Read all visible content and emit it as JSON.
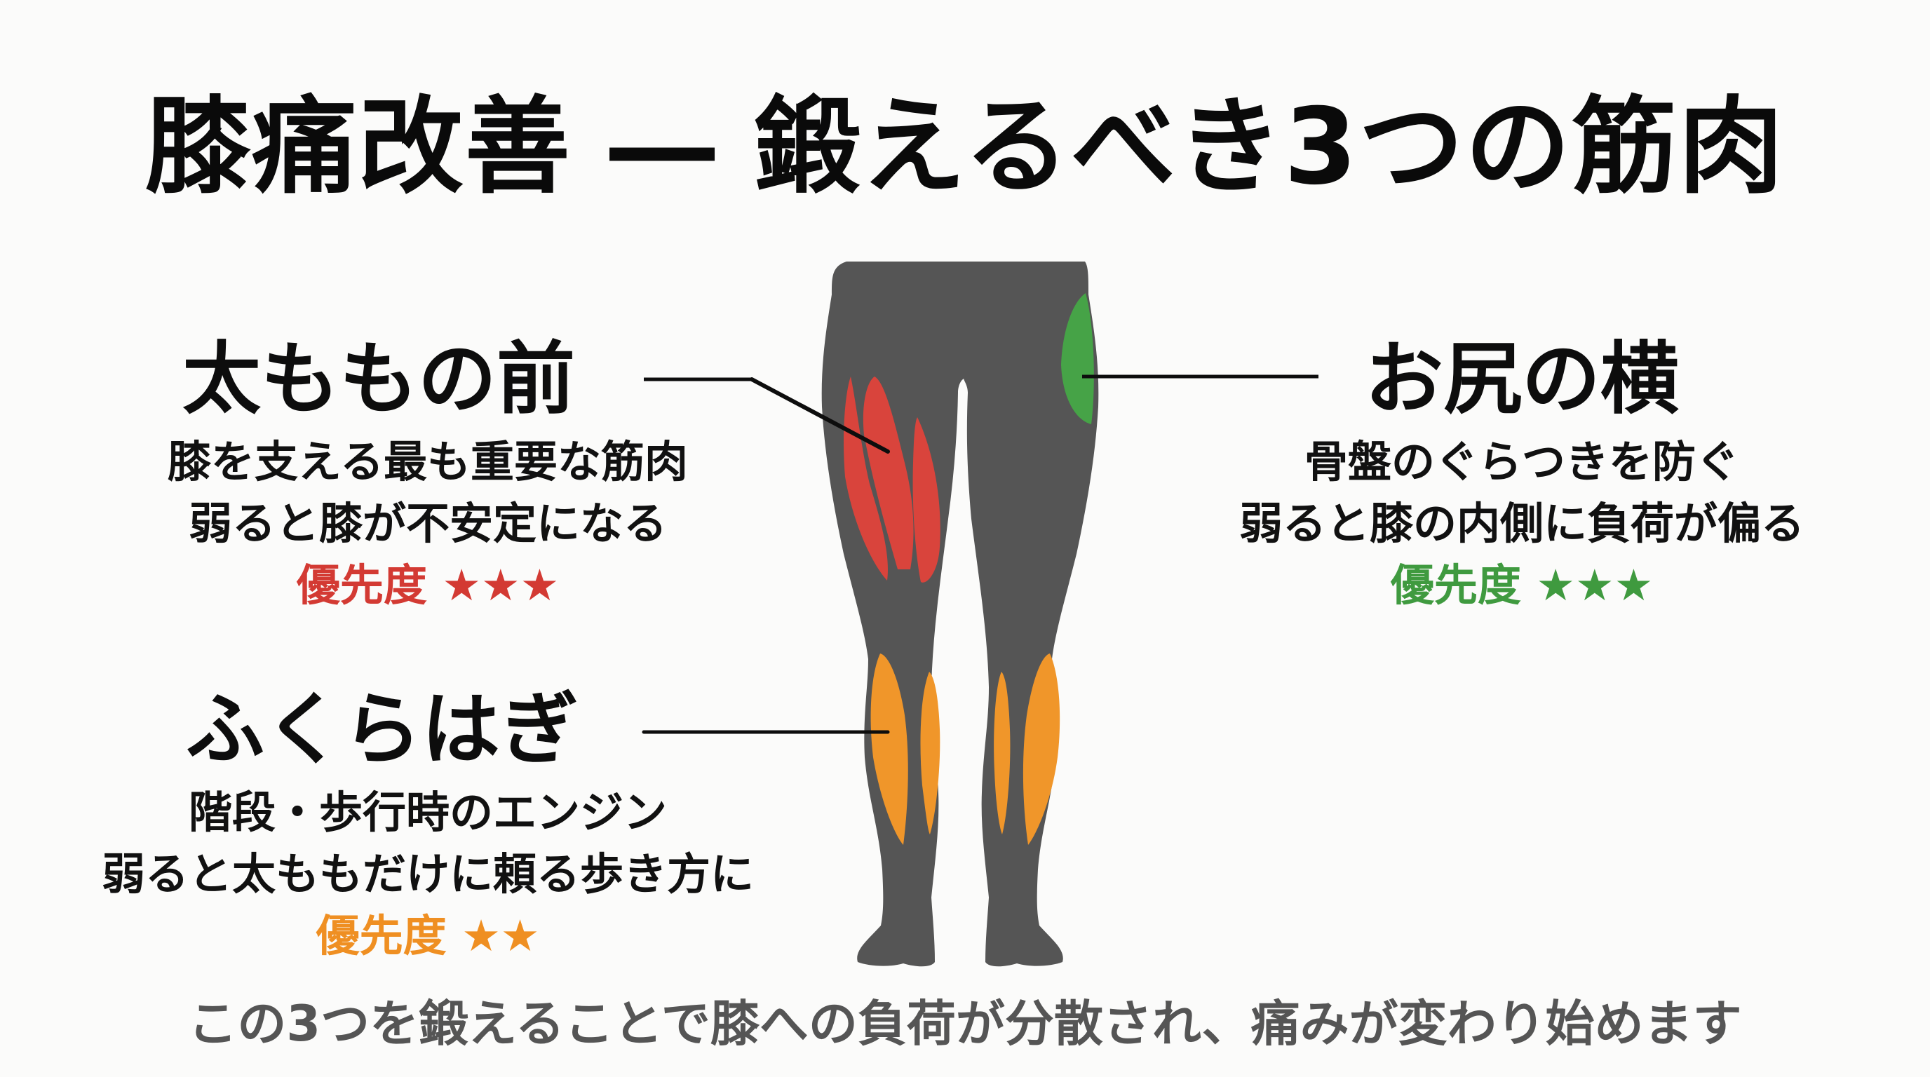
{
  "title": "膝痛改善 ― 鍛えるべき3つの筋肉",
  "colors": {
    "background": "#fbfbfa",
    "leg": "#555555",
    "quadriceps": "#d9443c",
    "glute": "#46a347",
    "calf": "#f0962a",
    "footer_text": "#555555"
  },
  "muscles": [
    {
      "id": "quadriceps",
      "heading": "太ももの前",
      "lines": [
        "膝を支える最も重要な筋肉",
        "弱ると膝が不安定になる"
      ],
      "priority_label": "優先度",
      "priority_stars": "★★★",
      "color": "#d33a33"
    },
    {
      "id": "glute-side",
      "heading": "お尻の横",
      "lines": [
        "骨盤のぐらつきを防ぐ",
        "弱ると膝の内側に負荷が偏る"
      ],
      "priority_label": "優先度",
      "priority_stars": "★★★",
      "color": "#3f9a3f"
    },
    {
      "id": "calf",
      "heading": "ふくらはぎ",
      "lines": [
        "階段・歩行時のエンジン",
        "弱ると太ももだけに頼る歩き方に"
      ],
      "priority_label": "優先度",
      "priority_stars": "★★",
      "color": "#ef8f22"
    }
  ],
  "footer": "この3つを鍛えることで膝への負荷が分散され、痛みが変わり始めます"
}
